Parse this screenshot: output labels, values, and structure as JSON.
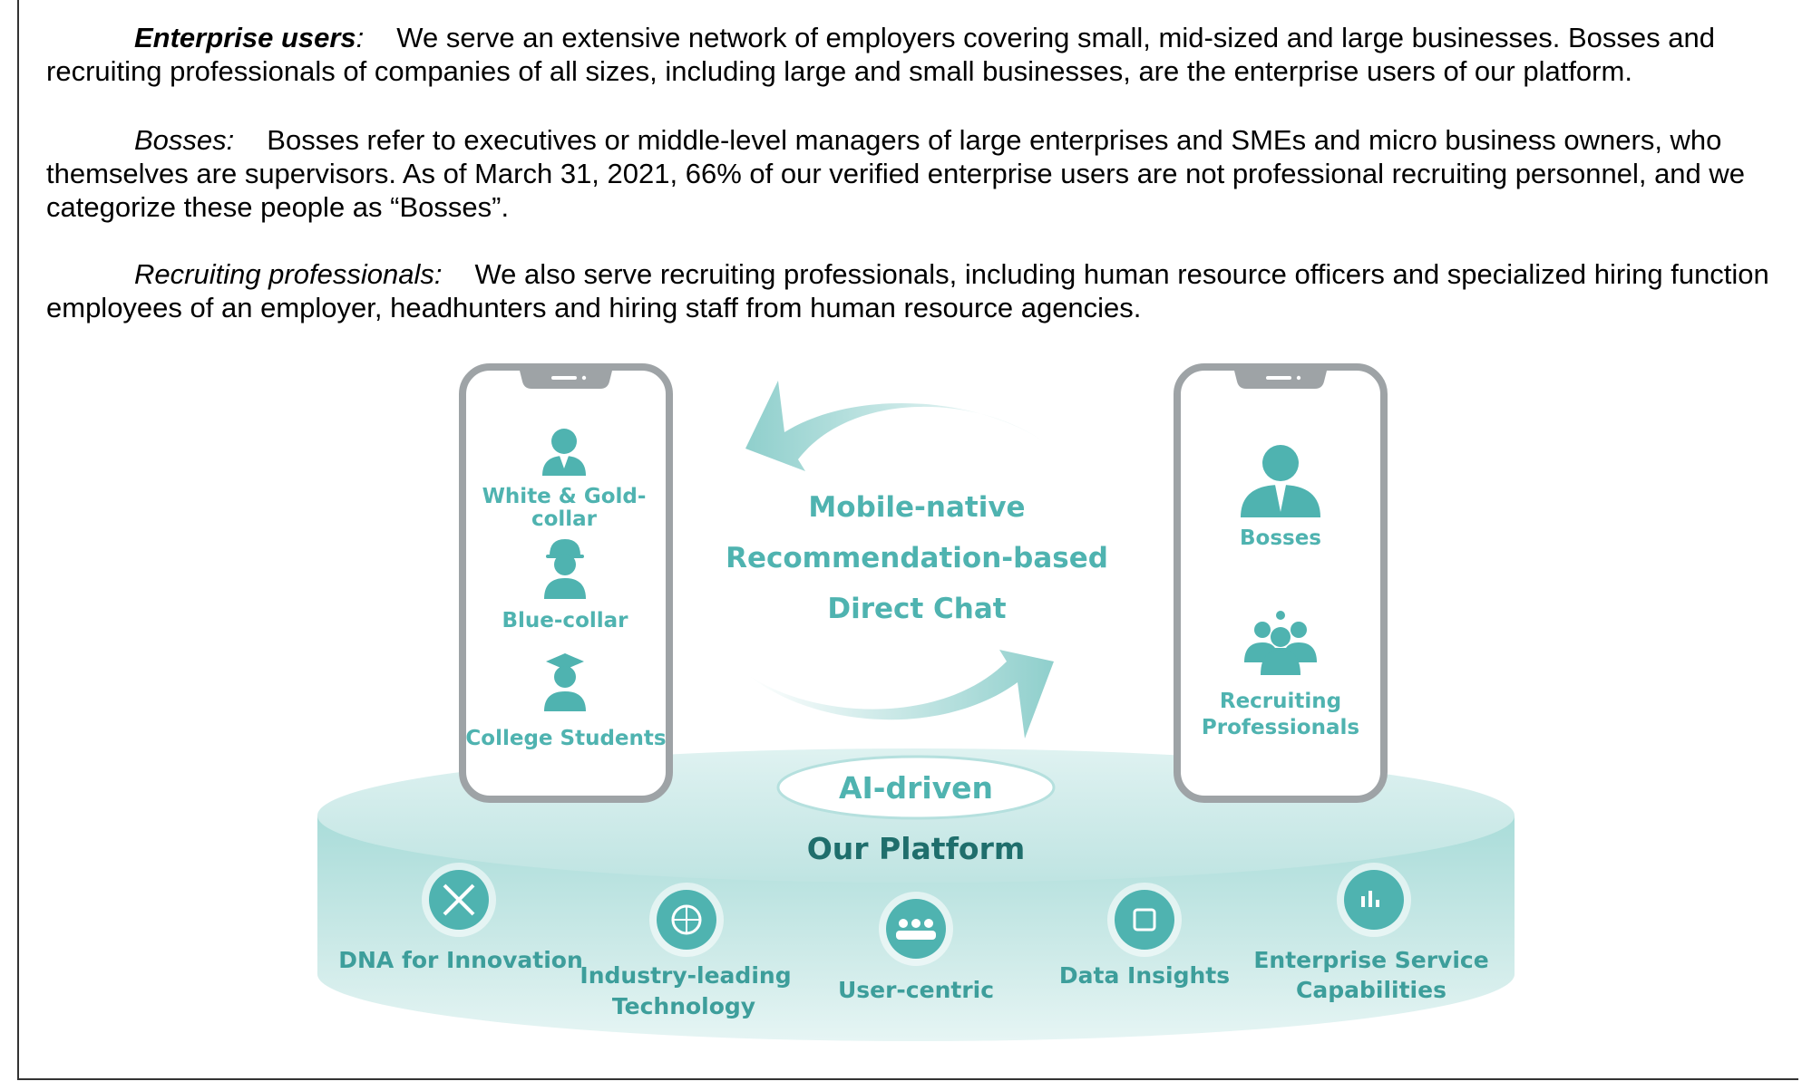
{
  "paragraphs": {
    "enterprise": {
      "lead": "Enterprise users",
      "lead_punct": ":",
      "body": "We serve an extensive network of employers covering small, mid-sized and large businesses. Bosses and recruiting professionals of companies of all sizes, including large and small businesses, are the enterprise users of our platform."
    },
    "bosses": {
      "lead": "Bosses:",
      "body": "Bosses refer to executives or middle-level managers of large enterprises and SMEs and micro business owners, who themselves are supervisors. As of March 31, 2021, 66% of our verified enterprise users are not professional recruiting personnel, and we categorize these people as “Bosses”."
    },
    "recruiting": {
      "lead": "Recruiting professionals:",
      "body": "We also serve recruiting professionals, including human resource officers and specialized hiring function employees of an employer, headhunters and hiring staff from human resource agencies."
    }
  },
  "figure": {
    "left_phone": {
      "items": [
        {
          "label_line1": "White & Gold-",
          "label_line2": "collar",
          "icon": "white-collar-person-icon"
        },
        {
          "label": "Blue-collar",
          "icon": "blue-collar-person-icon"
        },
        {
          "label": "College Students",
          "icon": "graduate-person-icon"
        }
      ]
    },
    "center": {
      "line1": "Mobile-native",
      "line2": "Recommendation-based",
      "line3": "Direct Chat"
    },
    "right_phone": {
      "items": [
        {
          "label": "Bosses",
          "icon": "boss-person-icon"
        },
        {
          "label_line1": "Recruiting",
          "label_line2": "Professionals",
          "icon": "team-group-icon"
        }
      ]
    },
    "platform": {
      "badge": "AI-driven",
      "title": "Our Platform",
      "pillars": [
        {
          "label_line1": "DNA for Innovation",
          "label_line2": "",
          "icon": "dna-icon"
        },
        {
          "label_line1": "Industry-leading",
          "label_line2": "Technology",
          "icon": "globe-tech-icon"
        },
        {
          "label_line1": "User-centric",
          "label_line2": "",
          "icon": "users-icon"
        },
        {
          "label_line1": "Data Insights",
          "label_line2": "",
          "icon": "chip-icon"
        },
        {
          "label_line1": "Enterprise Service",
          "label_line2": "Capabilities",
          "icon": "chart-hand-icon"
        }
      ]
    },
    "colors": {
      "teal": "#4fb3b0",
      "teal_dark": "#1f6e6c",
      "phone_frame": "#9ea3a6",
      "platform_light": "#d9efee"
    }
  }
}
